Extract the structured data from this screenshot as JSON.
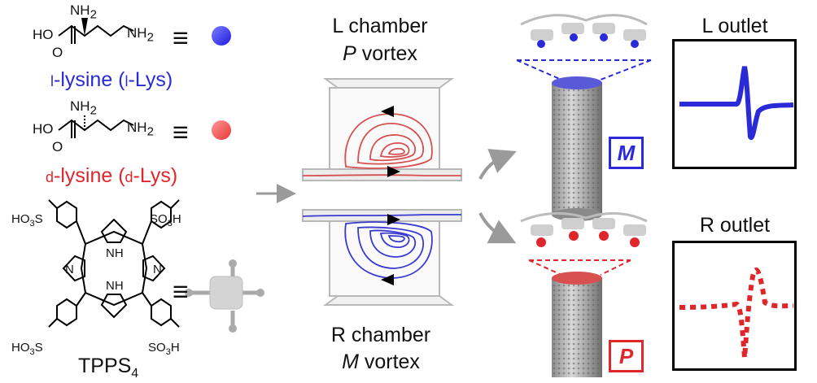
{
  "left_panel": {
    "l_lysine_label": {
      "small_cap": "l",
      "rest": "-lysine (",
      "small_cap2": "l",
      "rest2": "-Lys)"
    },
    "d_lysine_label": {
      "small_cap": "d",
      "rest": "-lysine (",
      "small_cap2": "d",
      "rest2": "-Lys)"
    },
    "ho": "HO",
    "o": "O",
    "nh2": "NH",
    "sub2": "2",
    "equiv": "≡",
    "porphyrin_name": "TPPS",
    "porphyrin_sub": "4",
    "so3h": "SO",
    "sub3": "3",
    "h": "H",
    "ho3s_prefix": "HO",
    "ho3s_s": "S",
    "nh_inner": "NH",
    "n_inner": "N"
  },
  "center_panel": {
    "l_chamber": "L chamber",
    "p_vortex_letter": "P",
    "vortex": " vortex",
    "r_chamber": "R chamber",
    "m_vortex_letter": "M"
  },
  "right_panel": {
    "l_outlet": "L outlet",
    "r_outlet": "R outlet",
    "m_handed": "M",
    "p_handed": "P"
  },
  "colors": {
    "blue": "#2a2ad8",
    "red": "#e0262a",
    "grey_arrow": "#9a9a9a"
  }
}
